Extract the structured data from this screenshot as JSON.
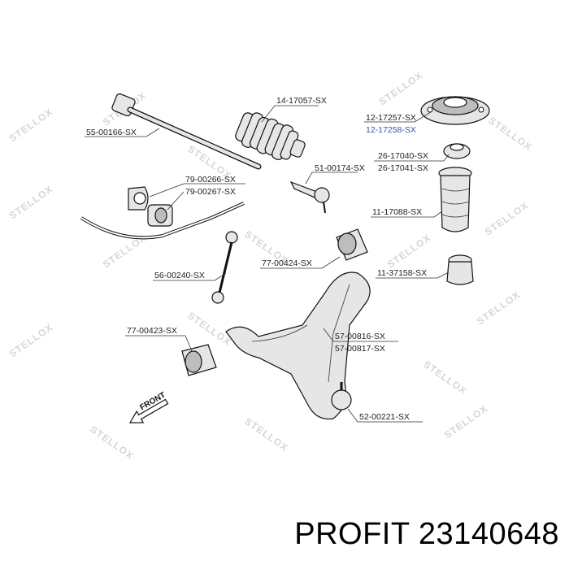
{
  "parts": {
    "p14_17057": "14-17057-SX",
    "p55_00166": "55-00166-SX",
    "p12_17257": "12-17257-SX",
    "p12_17258": "12-17258-SX",
    "p26_17040": "26-17040-SX",
    "p26_17041": "26-17041-SX",
    "p51_00174": "51-00174-SX",
    "p79_00266": "79-00266-SX",
    "p79_00267": "79-00267-SX",
    "p11_17088": "11-17088-SX",
    "p77_00424": "77-00424-SX",
    "p56_00240": "56-00240-SX",
    "p11_37158": "11-37158-SX",
    "p77_00423": "77-00423-SX",
    "p57_00816": "57-00816-SX",
    "p57_00817": "57-00817-SX",
    "p52_00221": "52-00221-SX"
  },
  "front_label": "FRONT",
  "watermark": "STELLOX",
  "footer": "PROFIT 23140648",
  "colors": {
    "label_highlight": "#3355aa",
    "watermark": "#d6d6d6"
  }
}
